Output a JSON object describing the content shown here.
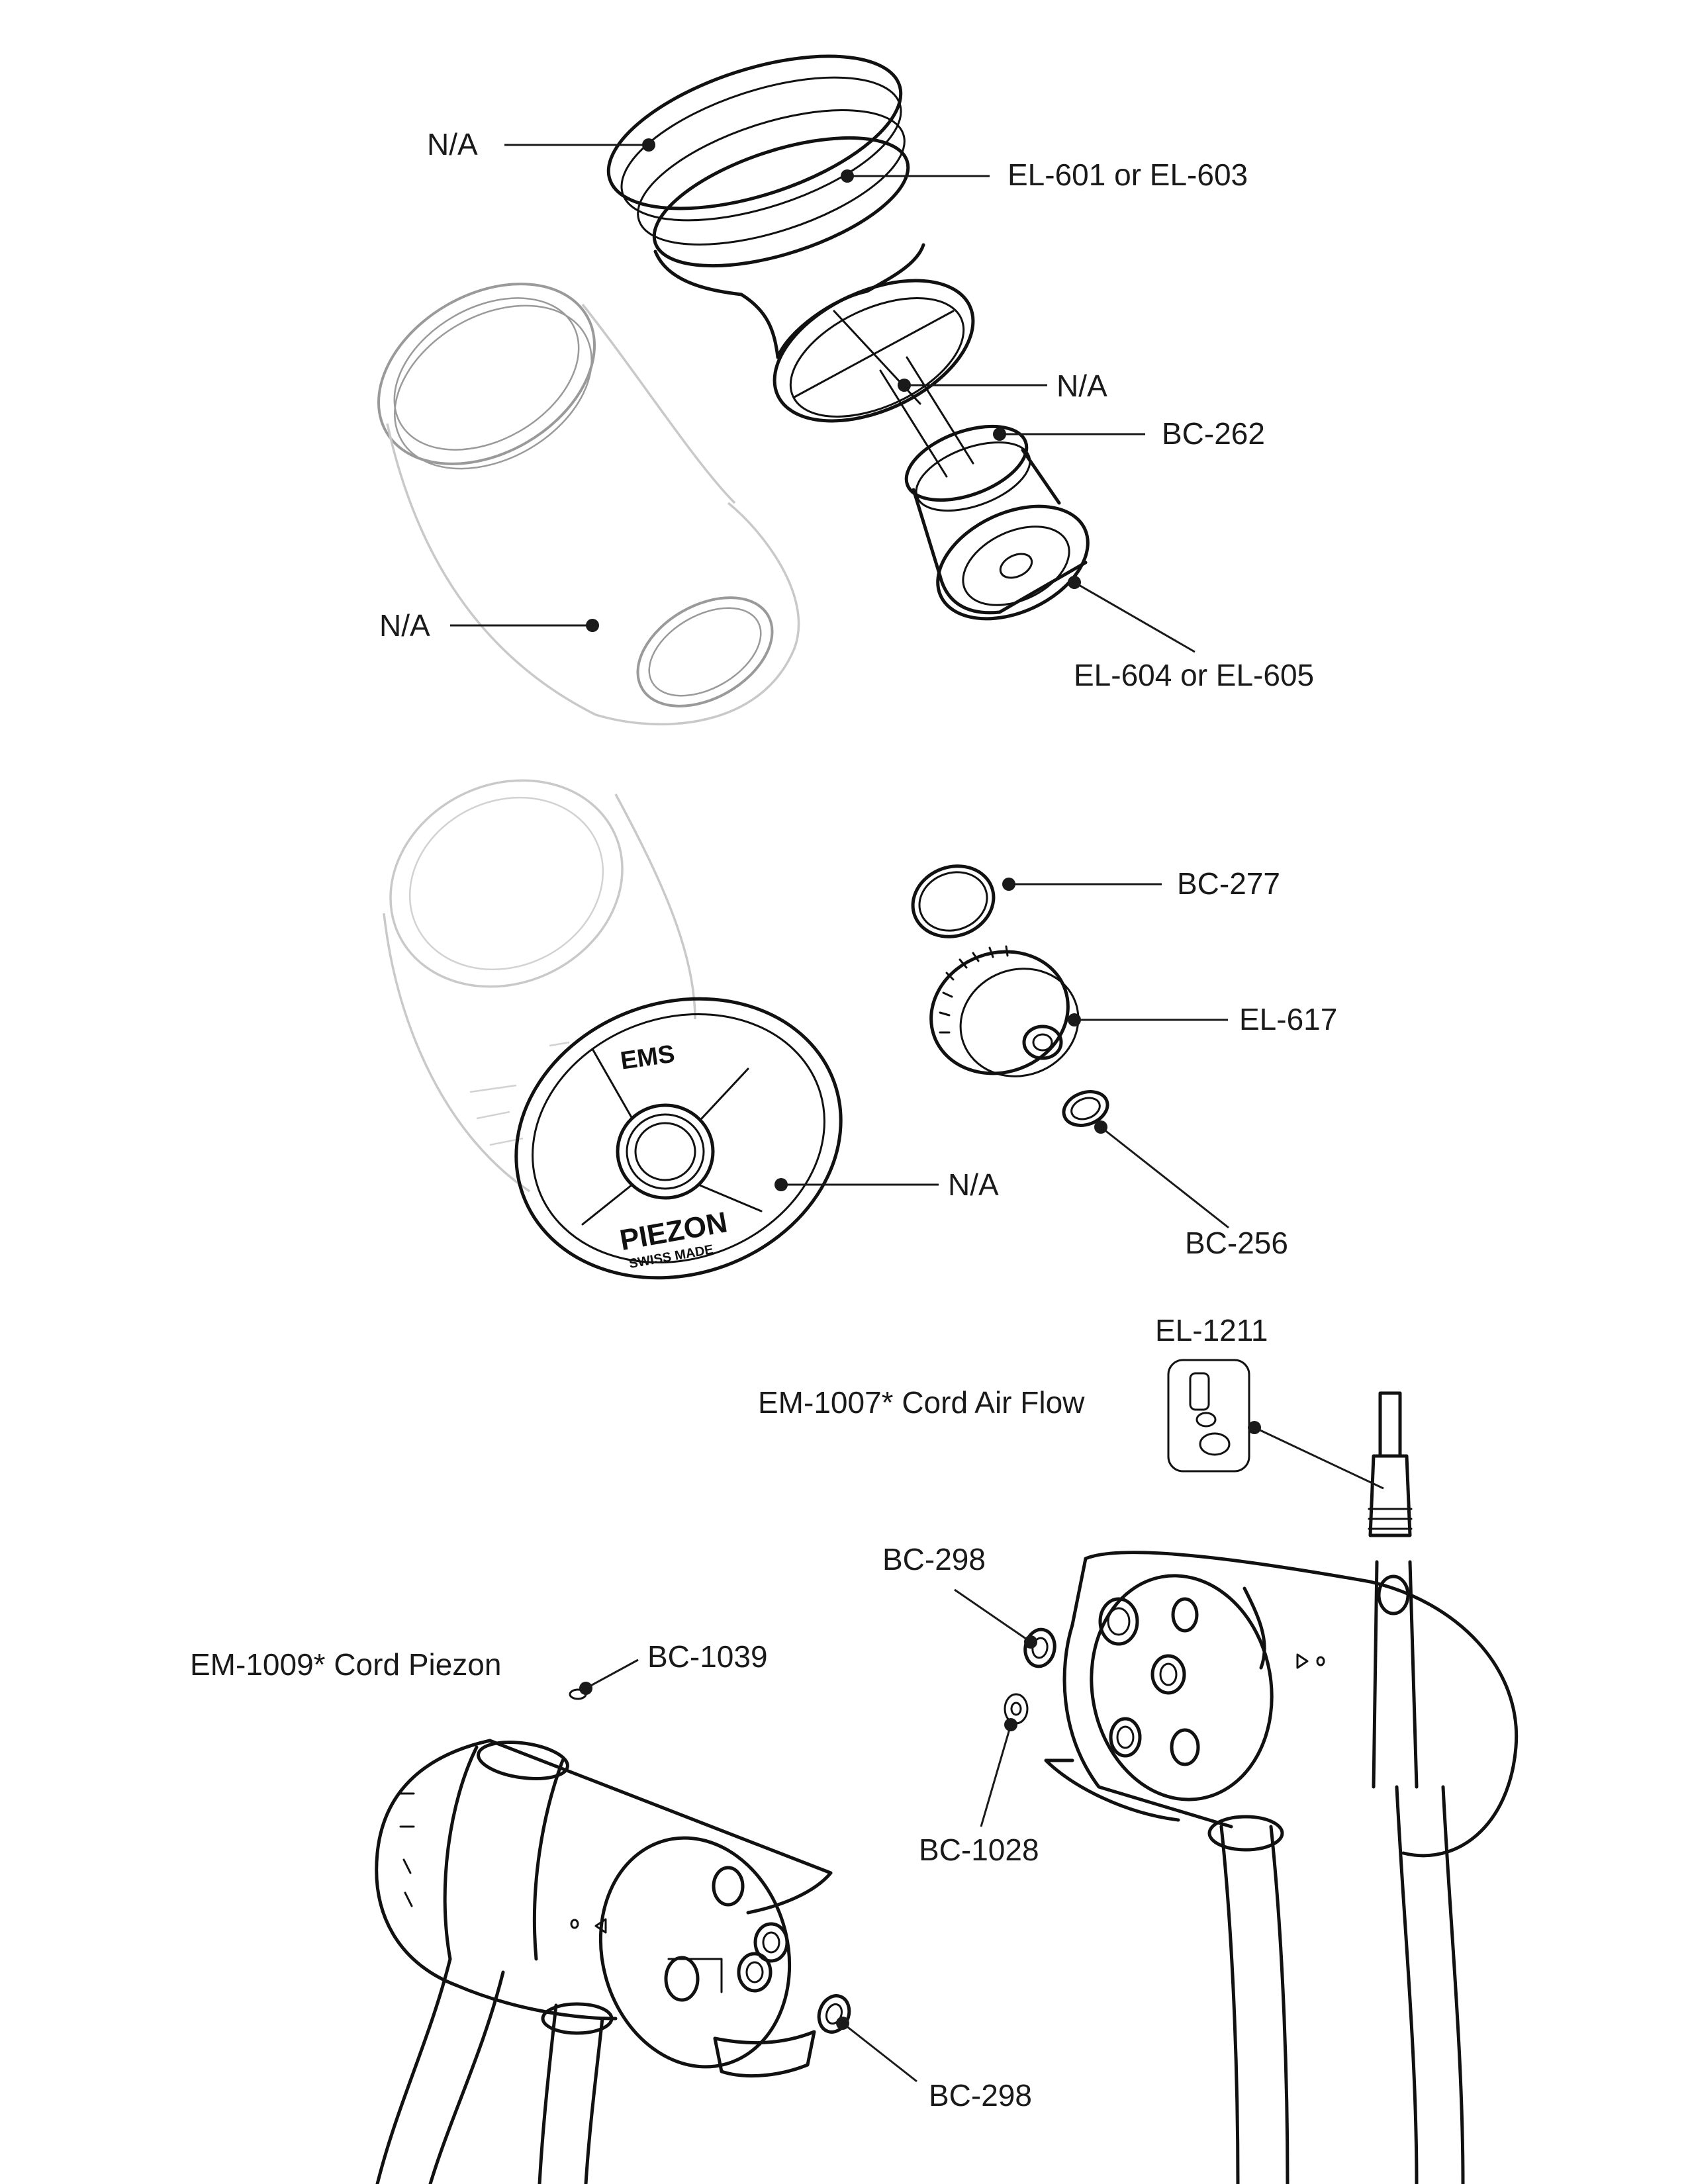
{
  "labels": {
    "bottle_cap_na": "N/A",
    "el_601_603": "EL-601 or EL-603",
    "cross_na": "N/A",
    "bc_262": "BC-262",
    "bottle_na": "N/A",
    "el_604_605": "EL-604 or EL-605",
    "bc_277": "BC-277",
    "el_617": "EL-617",
    "front_cover_na": "N/A",
    "bc_256": "BC-256",
    "el_1211": "EL-1211",
    "em_1007": "EM-1007* Cord Air Flow",
    "bc_298_top": "BC-298",
    "em_1009": "EM-1009* Cord Piezon",
    "bc_1039": "BC-1039",
    "bc_1028": "BC-1028",
    "bc_298_bottom": "BC-298"
  },
  "logos": {
    "ems": "EMS",
    "piezon": "PIEZON",
    "swiss_made": "SWISS MADE"
  },
  "icons": [
    "o-ring-icon",
    "filter-icon",
    "connector-icon",
    "handpiece-cord-icon"
  ]
}
